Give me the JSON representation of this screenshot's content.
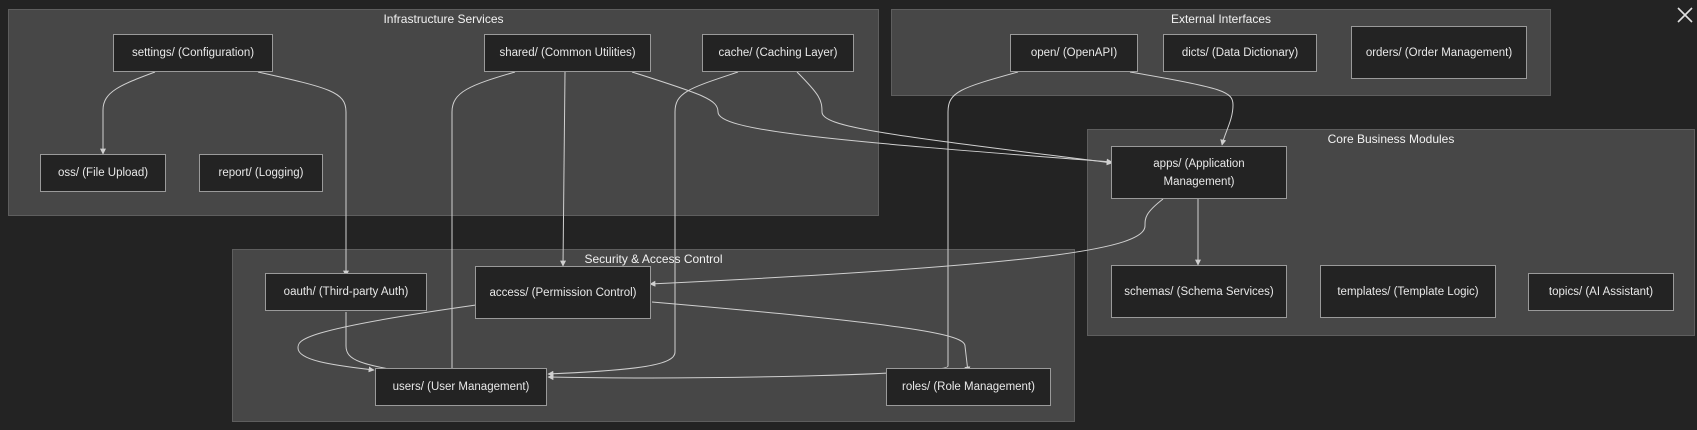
{
  "clusters": {
    "infrastructure": "Infrastructure Services",
    "external": "External Interfaces",
    "core": "Core Business Modules",
    "security": "Security & Access Control"
  },
  "nodes": {
    "settings": "settings/ (Configuration)",
    "shared": "shared/ (Common Utilities)",
    "cache": "cache/ (Caching Layer)",
    "oss": "oss/ (File Upload)",
    "report": "report/ (Logging)",
    "open": "open/ (OpenAPI)",
    "dicts": "dicts/ (Data Dictionary)",
    "orders": "orders/ (Order Management)",
    "apps": "apps/ (Application Management)",
    "schemas": "schemas/ (Schema Services)",
    "templates": "templates/ (Template Logic)",
    "topics": "topics/ (AI Assistant)",
    "oauth": "oauth/ (Third-party Auth)",
    "access": "access/ (Permission Control)",
    "users": "users/ (User Management)",
    "roles": "roles/ (Role Management)"
  },
  "colors": {
    "background": "#232323",
    "cluster_fill": "#474747",
    "node_fill": "#232323",
    "node_border": "#9a9a9a",
    "edge": "#d0d0d0",
    "text": "#e8e8e8"
  },
  "icons": {
    "close": "close-icon"
  },
  "edges": [
    {
      "from": "settings",
      "to": "oss"
    },
    {
      "from": "settings",
      "to": "oauth"
    },
    {
      "from": "shared",
      "to": "users"
    },
    {
      "from": "shared",
      "to": "access"
    },
    {
      "from": "shared",
      "to": "apps"
    },
    {
      "from": "cache",
      "to": "users"
    },
    {
      "from": "cache",
      "to": "apps"
    },
    {
      "from": "open",
      "to": "users"
    },
    {
      "from": "open",
      "to": "apps"
    },
    {
      "from": "apps",
      "to": "schemas"
    },
    {
      "from": "apps",
      "to": "access"
    },
    {
      "from": "oauth",
      "to": "users"
    },
    {
      "from": "access",
      "to": "users"
    },
    {
      "from": "access",
      "to": "roles"
    }
  ]
}
